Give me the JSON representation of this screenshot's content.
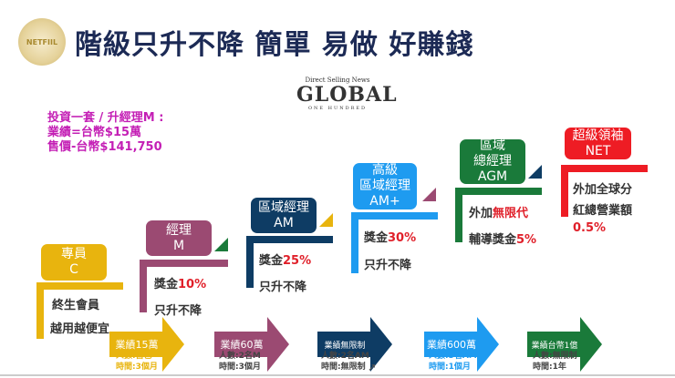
{
  "header": {
    "logo_text": "NETFIIL",
    "title": "階級只升不降  簡單  易做  好賺錢"
  },
  "badge": {
    "small": "Direct Selling News",
    "main": "GLOBAL",
    "sub": "ONE HUNDRED"
  },
  "intro": [
    "投資一套 / 升經理M :",
    "業績=台幣$15萬",
    "售價-台幣$141,750"
  ],
  "colors": {
    "c": "#E8B40E",
    "m": "#9B4A72",
    "am": "#0E3C64",
    "amplus": "#1E9BF0",
    "agm": "#1A7A3A",
    "net": "#EE1C24",
    "intro": "#C41FB5"
  },
  "levels": {
    "c": {
      "title": "專員",
      "code": "C",
      "line1": "終生會員",
      "line2": "越用越便宜"
    },
    "m": {
      "title": "經理",
      "code": "M",
      "line1_pre": "獎金",
      "line1_val": "10%",
      "line2": "只升不降"
    },
    "am": {
      "title": "區域經理",
      "code": "AM",
      "line1_pre": "獎金",
      "line1_val": "25%",
      "line2": "只升不降"
    },
    "amplus": {
      "title1": "高級",
      "title2": "區域經理",
      "code": "AM+",
      "line1_pre": "獎金",
      "line1_val": "30%",
      "line2": "只升不降"
    },
    "agm": {
      "title1": "區域",
      "title2": "總經理",
      "code": "AGM",
      "line1_pre": "外加",
      "line1_val": "無限代",
      "line2_pre": "輔導獎金",
      "line2_val": "5%"
    },
    "net": {
      "title": "超級領袖",
      "code": "NET",
      "line1": "外加全球分",
      "line2": "紅總營業額",
      "line3": "0.5%"
    }
  },
  "arrows": [
    {
      "label": "業績15萬",
      "people": "人數:自己",
      "time": "時間:3個月"
    },
    {
      "label": "業績60萬",
      "people": "人數:2名M",
      "time": "時間:3個月"
    },
    {
      "label": "業績無限制",
      "people": "人數:2名AM",
      "time": "時間:無限制"
    },
    {
      "label": "業績600萬",
      "people": "人數:5名AM",
      "time": "時間:1個月"
    },
    {
      "label": "業績台幣1億",
      "people": "人數:無限制",
      "time": "時間:1年"
    }
  ]
}
